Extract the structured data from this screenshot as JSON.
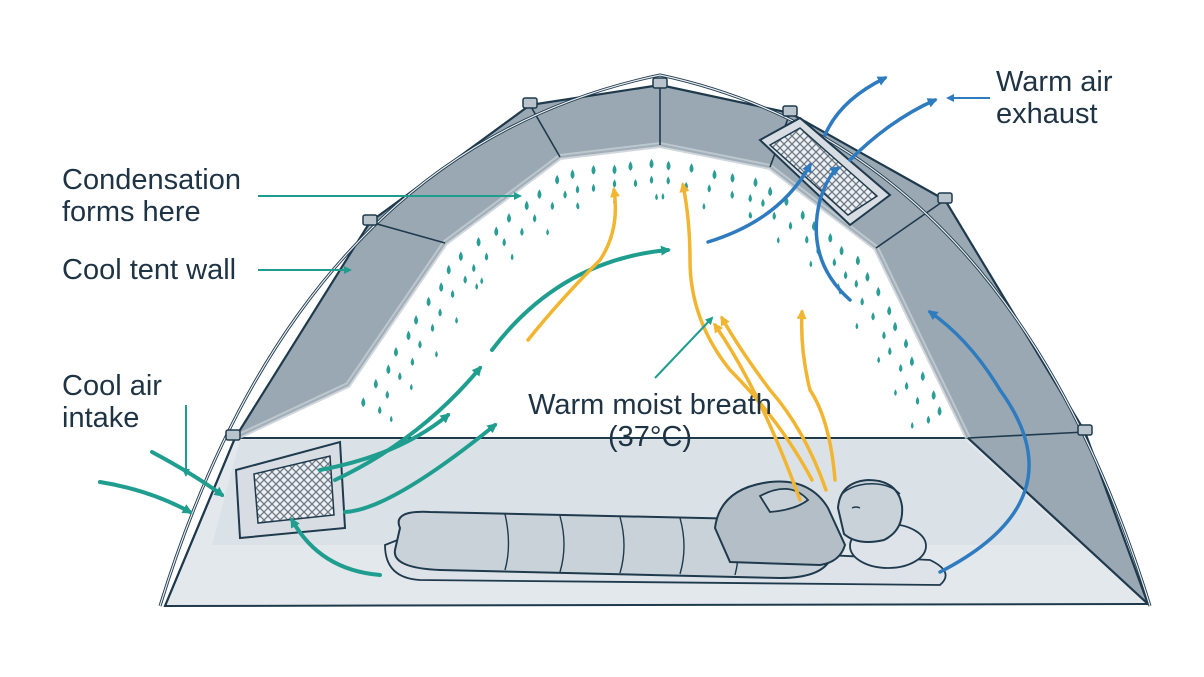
{
  "labels": {
    "condensation": [
      "Condensation",
      "forms here"
    ],
    "cool_wall": "Cool tent wall",
    "cool_intake": [
      "Cool air",
      "intake"
    ],
    "breath": [
      "Warm moist breath",
      "(37°C)"
    ],
    "exhaust": [
      "Warm air",
      "exhaust"
    ]
  },
  "colors": {
    "outline": "#1f3a4d",
    "wall": "#9aa8b3",
    "wall_light": "#c5ced5",
    "floor": "#e3e8ec",
    "cool_air": "#1f9e8f",
    "warm_air": "#f2b531",
    "exhaust_air": "#2f7bbf",
    "droplet": "#2a9d94",
    "mesh": "#6b7783",
    "person": "#b4bec7",
    "bag": "#c9d2d9"
  },
  "icons": {
    "droplet": "water-droplet-icon",
    "intake_vent": "mesh-vent-icon",
    "exhaust_vent": "mesh-vent-icon",
    "sleeper": "sleeping-person-icon"
  }
}
